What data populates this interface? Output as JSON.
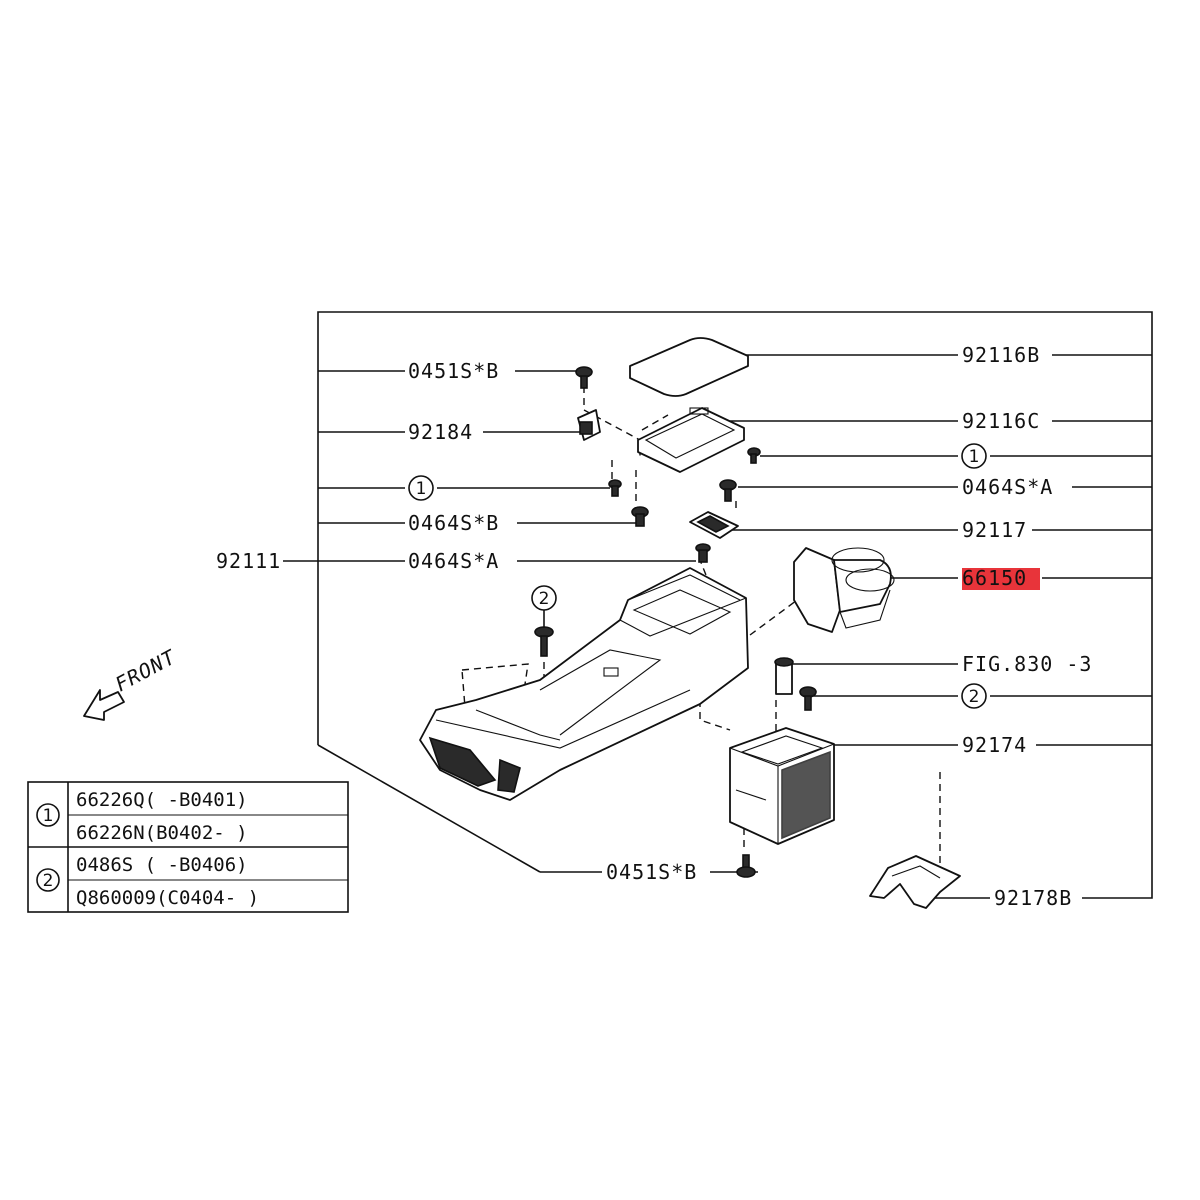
{
  "callouts": {
    "c_0451s_b_top": "0451S*B",
    "c_92184": "92184",
    "c_1_left": "1",
    "c_0464s_b": "0464S*B",
    "c_92111": "92111",
    "c_0464s_a_left": "0464S*A",
    "c_2_left": "2",
    "c_92116b": "92116B",
    "c_92116c": "92116C",
    "c_1_right": "1",
    "c_0464s_a_right": "0464S*A",
    "c_92117": "92117",
    "c_66150": "66150",
    "c_fig830": "FIG.830 -3",
    "c_2_right": "2",
    "c_92174": "92174",
    "c_0451s_b_bottom": "0451S*B",
    "c_92178b": "92178B",
    "front": "FRONT"
  },
  "highlight_color": "#e8343a",
  "legend_table": {
    "group1_num": "1",
    "group2_num": "2",
    "rows": [
      "66226Q( -B0401)",
      "66226N(B0402- )",
      "0486S  ( -B0406)",
      "Q860009(C0404- )"
    ]
  }
}
